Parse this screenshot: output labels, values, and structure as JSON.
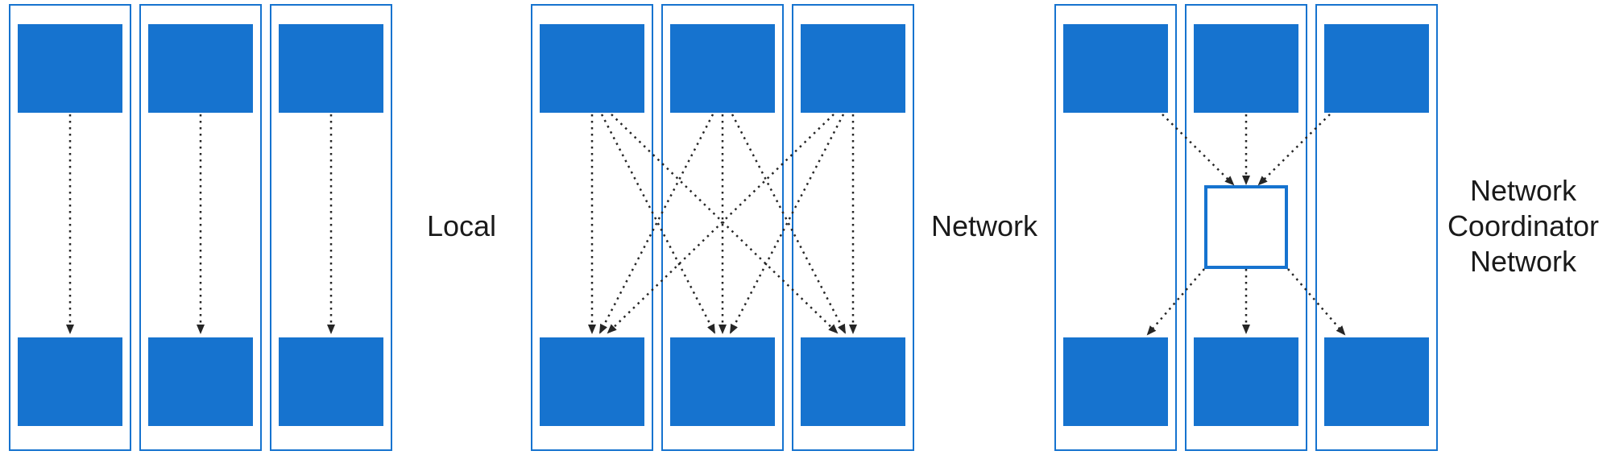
{
  "diagram": {
    "groups": [
      {
        "id": "local",
        "label": "Local",
        "connection_type": "direct",
        "device_columns": 3,
        "nodes_per_column": 2
      },
      {
        "id": "network",
        "label": "Network",
        "connection_type": "mesh",
        "device_columns": 3,
        "nodes_per_column": 2
      },
      {
        "id": "network-coordinator",
        "label": "Network\nCoordinator\nNetwork",
        "connection_type": "hub",
        "device_columns": 3,
        "nodes_per_column": 2,
        "hub_node": "coordinator"
      }
    ],
    "colors": {
      "node_blue": "#1673cf",
      "container_border": "#1673cf",
      "arrow": "#262626",
      "hub_fill": "#ffffff",
      "text": "#1a1a1a"
    }
  }
}
